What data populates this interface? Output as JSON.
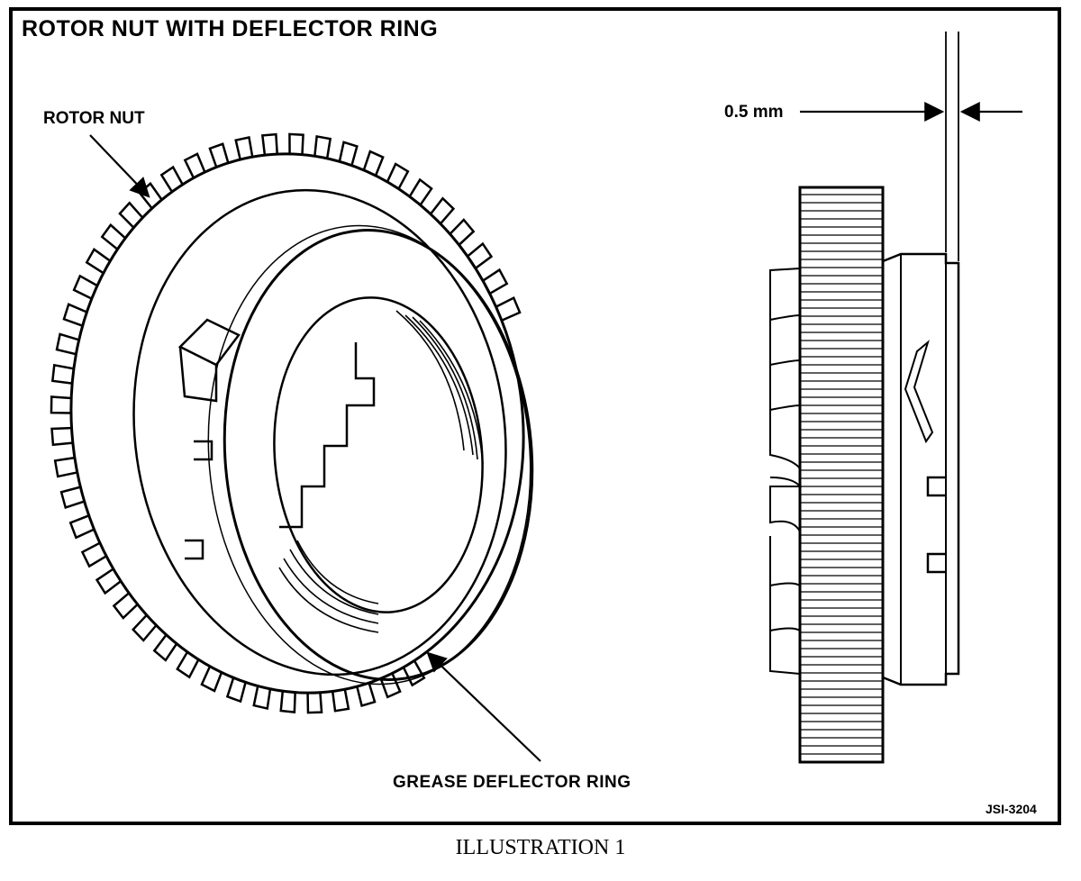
{
  "title": "ROTOR NUT  WITH DEFLECTOR RING",
  "labels": {
    "rotor_nut": "ROTOR NUT",
    "gap": "0.5 mm",
    "grease_ring": "GREASE DEFLECTOR RING",
    "figure_code": "JSI-3204"
  },
  "caption": "ILLUSTRATION 1"
}
